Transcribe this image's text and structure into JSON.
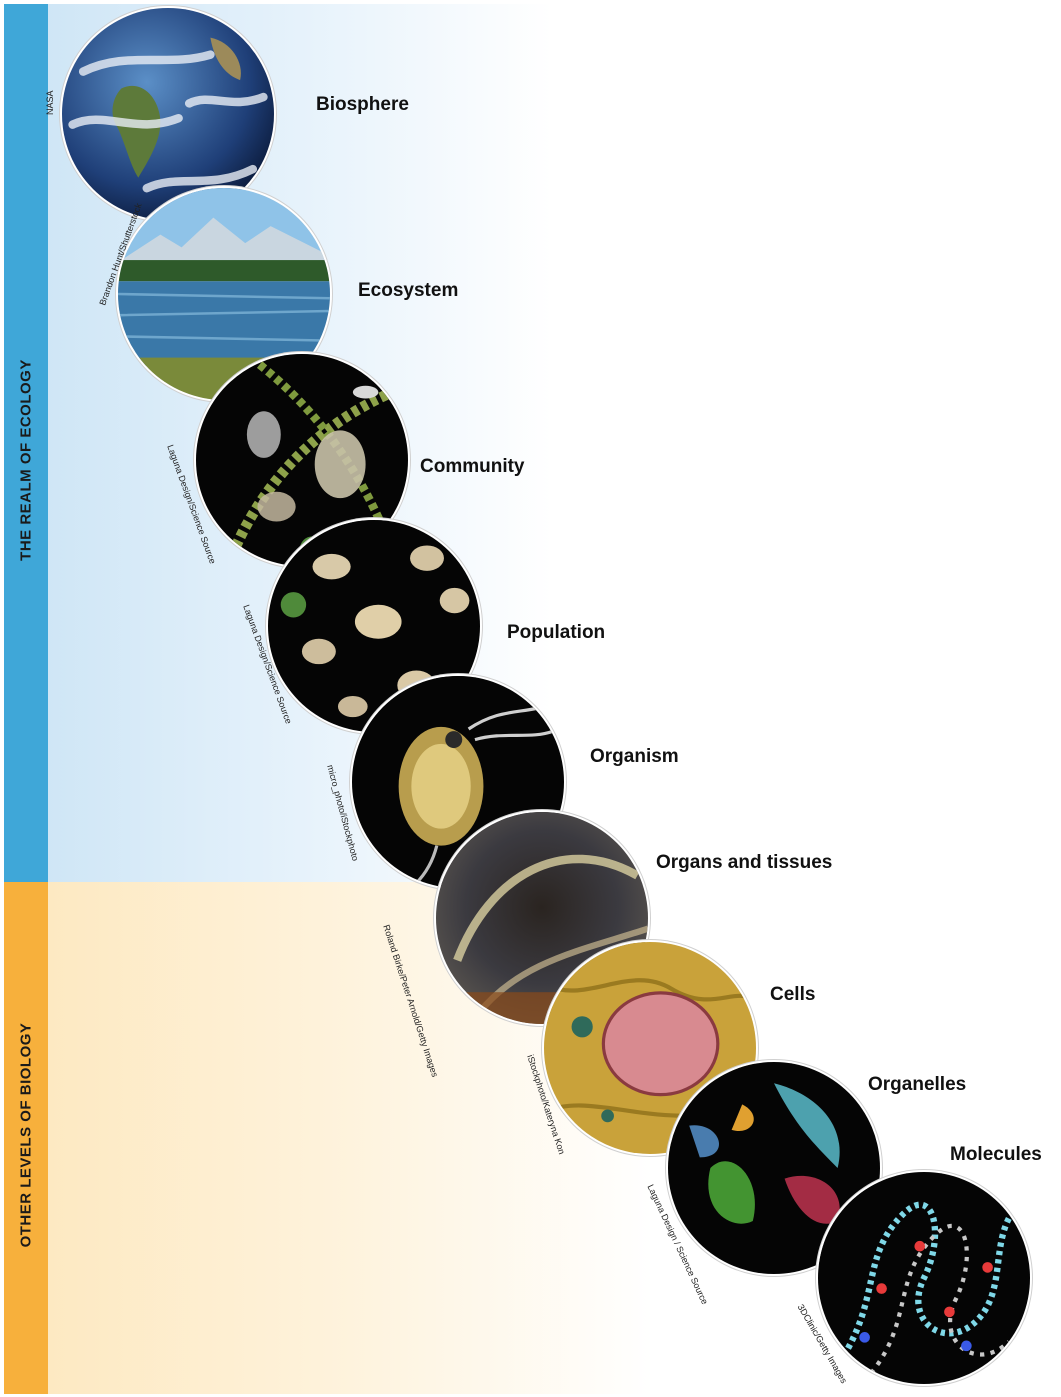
{
  "sections": [
    {
      "label": "THE REALM OF ECOLOGY",
      "color": "#3fa7d8"
    },
    {
      "label": "OTHER LEVELS OF BIOLOGY",
      "color": "#f7b03c"
    }
  ],
  "levels": [
    {
      "label": "Biosphere",
      "credit": "NASA"
    },
    {
      "label": "Ecosystem",
      "credit": "Brandon Hunt/Shutterstock"
    },
    {
      "label": "Community",
      "credit": "Laguna Design/Science Source"
    },
    {
      "label": "Population",
      "credit": "Laguna Design/Science Source"
    },
    {
      "label": "Organism",
      "credit": "micro_photo/iStockphoto"
    },
    {
      "label": "Organs and tissues",
      "credit": "Roland Birke/Peter Arnold/Getty Images"
    },
    {
      "label": "Cells",
      "credit": "iStockphoto/Kateryna Kon"
    },
    {
      "label": "Organelles",
      "credit": "Laguna Design / Science Source"
    },
    {
      "label": "Molecules",
      "credit": "3DClinic/Getty Images"
    }
  ]
}
